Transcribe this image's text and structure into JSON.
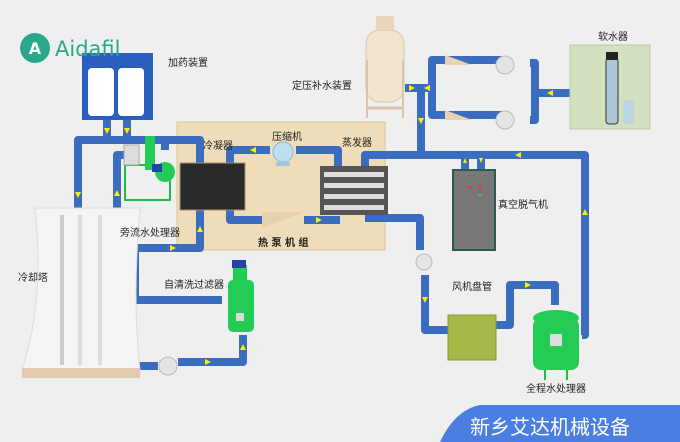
{
  "logo": {
    "text": "Aidafil",
    "color": "#2aa88a"
  },
  "labels": {
    "dosing": "加药装置",
    "pressure_makeup": "定压补水装置",
    "softener": "软水器",
    "condenser": "冷凝器",
    "compressor": "压缩机",
    "evaporator": "蒸发器",
    "heat_pump_unit": "热 泵 机 组",
    "bypass_treater": "旁流水处理器",
    "vacuum_degasser": "真空脱气机",
    "cooling_tower": "冷却塔",
    "self_clean_filter": "自清洗过滤器",
    "fan_coil": "风机盘管",
    "full_process_treater": "全程水处理器"
  },
  "banner": {
    "text": "新乡艾达机械设备",
    "color": "#4a7ee0"
  },
  "colors": {
    "pipe": "#3a6cc0",
    "heat_pump_box": "#efdcb8",
    "equipment_green": "#22cc55",
    "arrow": "#ffee00"
  }
}
